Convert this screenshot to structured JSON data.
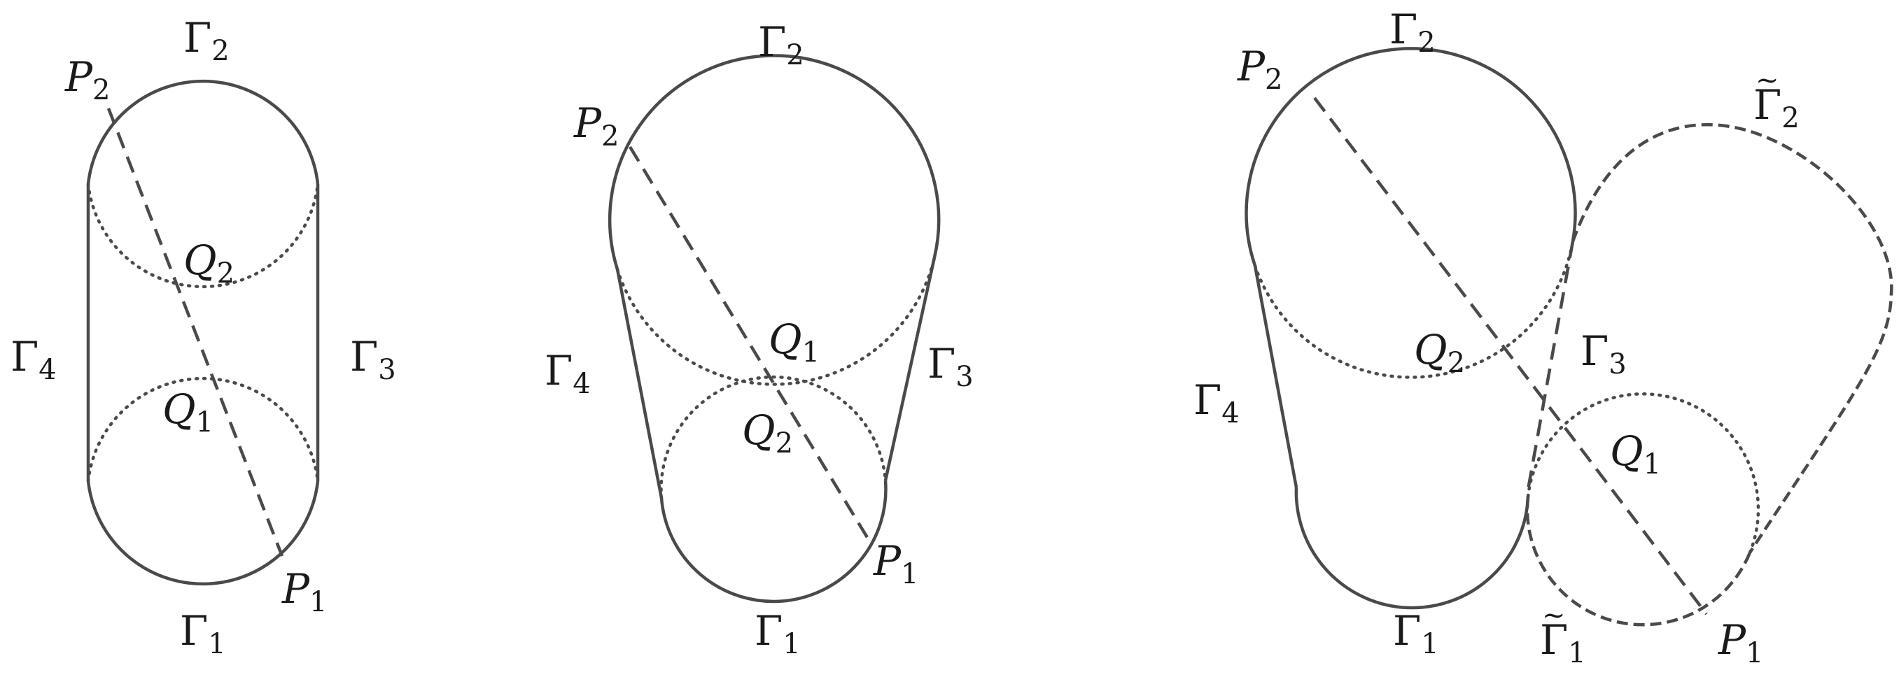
{
  "panels": [
    {
      "labels": {
        "gamma_top": {
          "base": "Γ",
          "sub": "2"
        },
        "gamma_bottom": {
          "base": "Γ",
          "sub": "1"
        },
        "gamma_left": {
          "base": "Γ",
          "sub": "4"
        },
        "gamma_right": {
          "base": "Γ",
          "sub": "3"
        },
        "p_top": {
          "base": "P",
          "sub": "2"
        },
        "p_bottom": {
          "base": "P",
          "sub": "1"
        },
        "q_upper": {
          "base": "Q",
          "sub": "2"
        },
        "q_lower": {
          "base": "Q",
          "sub": "1"
        }
      }
    },
    {
      "labels": {
        "gamma_top": {
          "base": "Γ",
          "sub": "2"
        },
        "gamma_bottom": {
          "base": "Γ",
          "sub": "1"
        },
        "gamma_left": {
          "base": "Γ",
          "sub": "4"
        },
        "gamma_right": {
          "base": "Γ",
          "sub": "3"
        },
        "p_top": {
          "base": "P",
          "sub": "2"
        },
        "p_bottom": {
          "base": "P",
          "sub": "1"
        },
        "q_upper": {
          "base": "Q",
          "sub": "1"
        },
        "q_lower": {
          "base": "Q",
          "sub": "2"
        }
      }
    },
    {
      "labels": {
        "gamma_top": {
          "base": "Γ",
          "sub": "2"
        },
        "gamma_bottom": {
          "base": "Γ",
          "sub": "1"
        },
        "gamma_left": {
          "base": "Γ",
          "sub": "4"
        },
        "gamma_right": {
          "base": "Γ",
          "sub": "3"
        },
        "gamma_tilde_top": {
          "base": "Γ",
          "sub": "2",
          "accent": "~"
        },
        "gamma_tilde_bottom": {
          "base": "Γ",
          "sub": "1",
          "accent": "~"
        },
        "p_top": {
          "base": "P",
          "sub": "2"
        },
        "p_bottom": {
          "base": "P",
          "sub": "1"
        },
        "q_upper": {
          "base": "Q",
          "sub": "2"
        },
        "q_lower": {
          "base": "Q",
          "sub": "1"
        }
      }
    }
  ]
}
